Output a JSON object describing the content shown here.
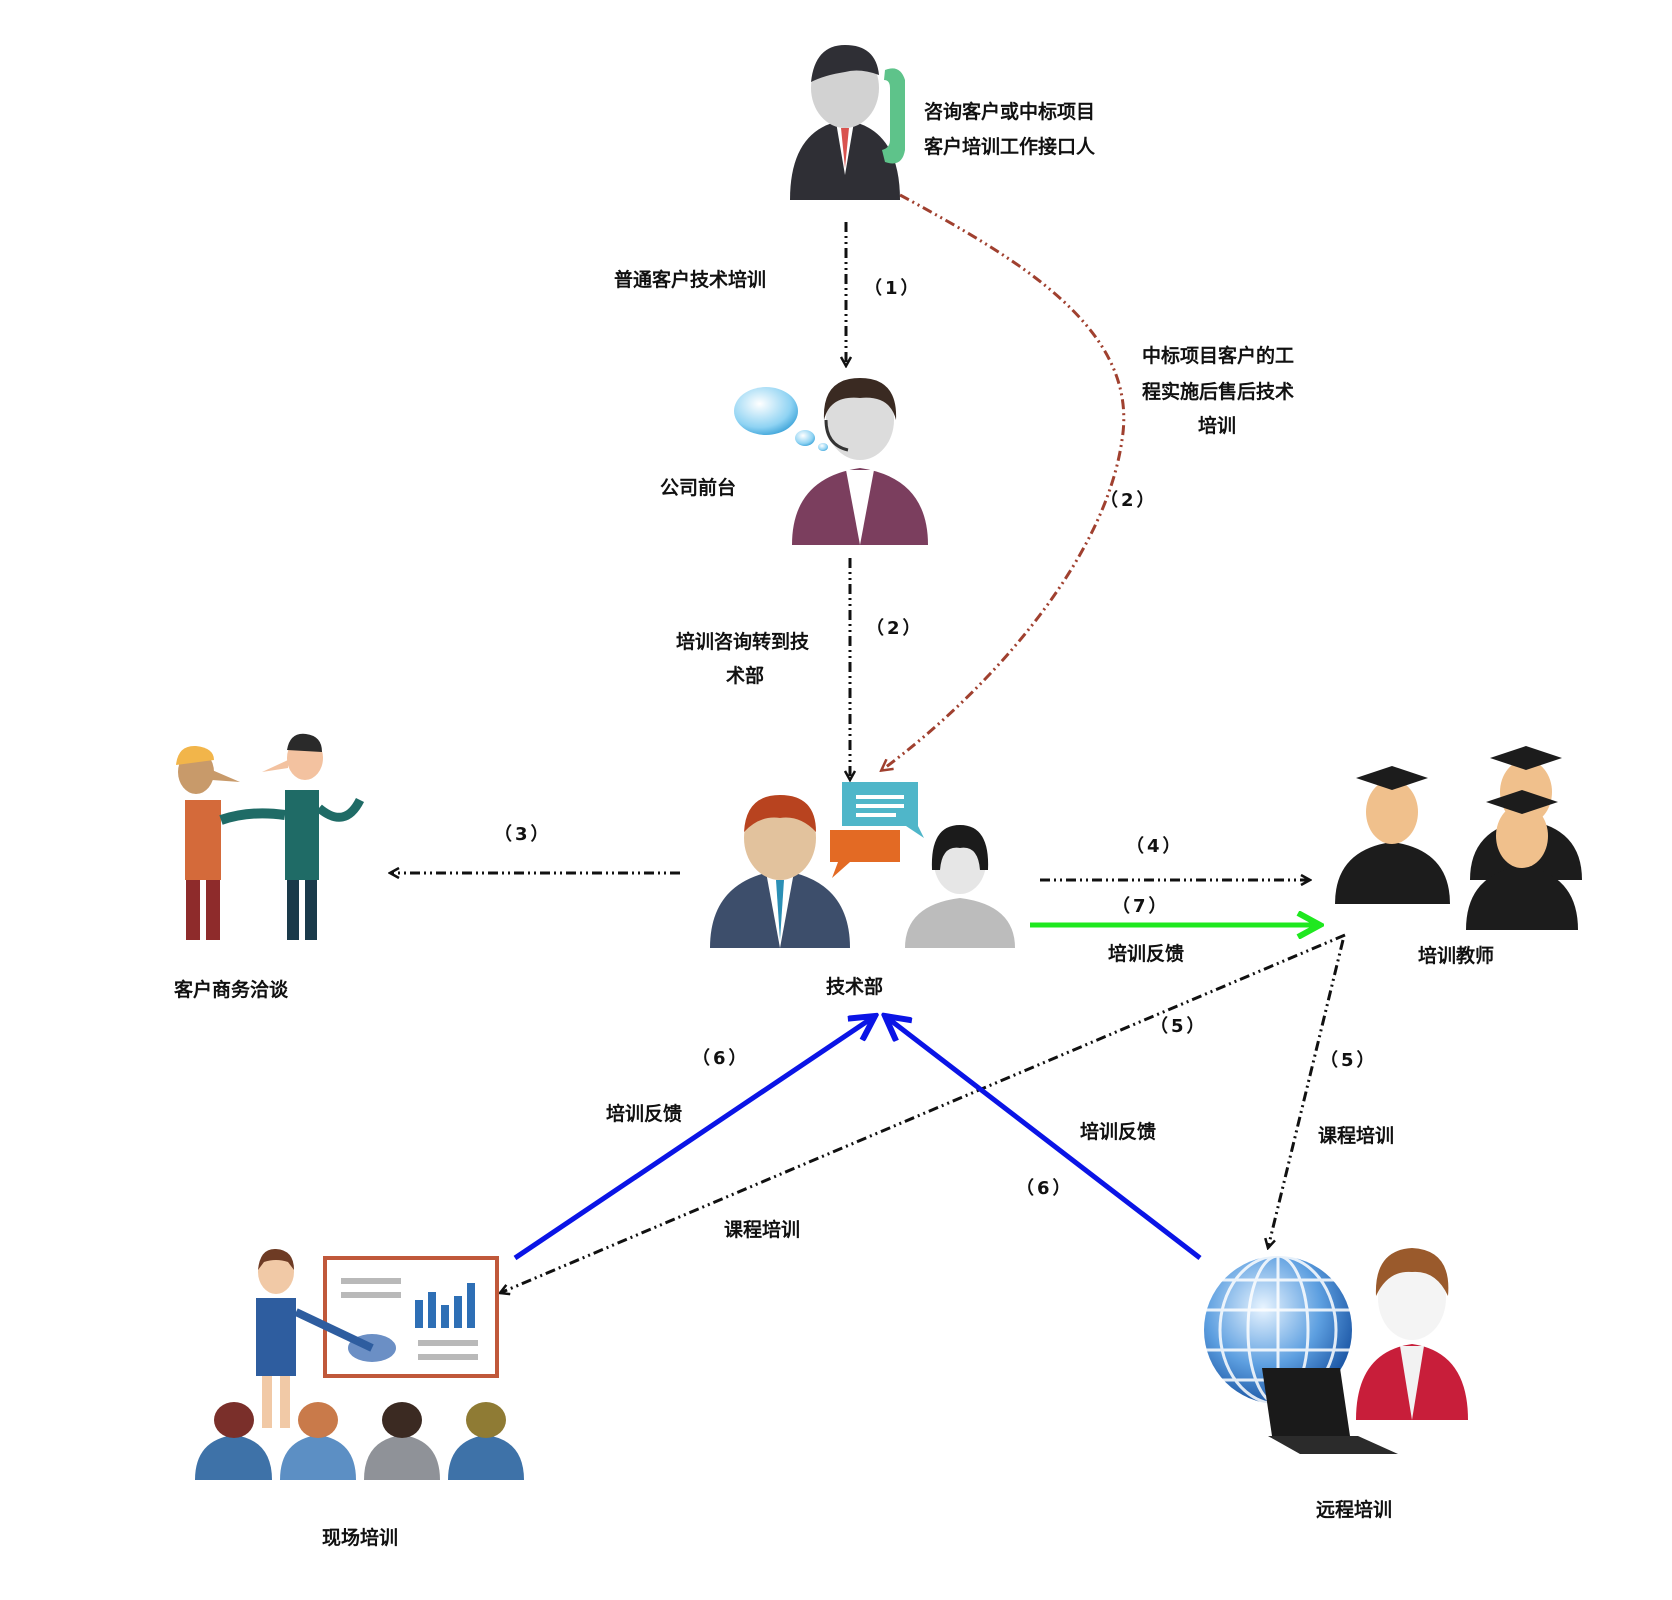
{
  "nodes": {
    "contact_person": {
      "line1": "咨询客户或中标项目",
      "line2": "客户培训工作接口人"
    },
    "front_desk": {
      "label": "公司前台"
    },
    "tech_dept": {
      "label": "技术部"
    },
    "business": {
      "label": "客户商务洽谈"
    },
    "teachers": {
      "label": "培训教师"
    },
    "onsite": {
      "label": "现场培训"
    },
    "remote": {
      "label": "远程培训"
    }
  },
  "edges": {
    "e1": {
      "num": "（1）",
      "label": "普通客户技术培训"
    },
    "e2a": {
      "num": "（2）",
      "line1": "培训咨询转到技",
      "line2": "术部"
    },
    "e2b": {
      "num": "（2）",
      "line1": "中标项目客户的工",
      "line2": "程实施后售后技术",
      "line3": "培训"
    },
    "e3": {
      "num": "（3）"
    },
    "e4": {
      "num": "（4）"
    },
    "e7": {
      "num": "（7）",
      "label": "培训反馈"
    },
    "e5a": {
      "num": "（5）",
      "label": "课程培训"
    },
    "e5b": {
      "num": "（5）",
      "label": "课程培训"
    },
    "e6a": {
      "num": "（6）",
      "label": "培训反馈"
    },
    "e6b": {
      "num": "（6）",
      "label": "培训反馈"
    }
  },
  "colors": {
    "dashed_black": "#111111",
    "dashed_red": "#a0402f",
    "feedback_green": "#1fe81f",
    "feedback_blue": "#0a14e6"
  }
}
